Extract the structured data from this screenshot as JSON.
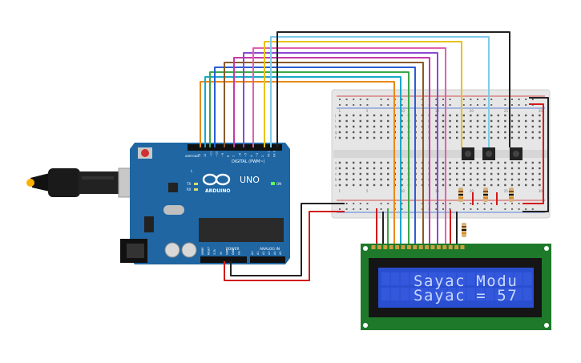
{
  "arduino": {
    "brand": "ARDUINO",
    "model": "UNO",
    "digital_label": "DIGITAL (PWM~)",
    "analog_label": "ANALOG IN",
    "power_label": "POWER",
    "on_label": "ON",
    "tx_label": "TX",
    "rx_label": "RX",
    "l_label": "L",
    "aref_label": "AREF",
    "gnd_label": "GND",
    "digital_pins": [
      "13",
      "12",
      "~11",
      "~10",
      "~9",
      "8",
      "7",
      "~6",
      "~5",
      "4",
      "~3",
      "2",
      "TX 1",
      "RX 0"
    ],
    "power_pins": [
      "IOREF",
      "RESET",
      "3.3V",
      "5V",
      "GND",
      "GND",
      "Vin"
    ],
    "analog_pins": [
      "A0",
      "A1",
      "A2",
      "A3",
      "A4",
      "A5"
    ]
  },
  "lcd": {
    "line1": "Sayac Modu",
    "line2": "Sayac = 57",
    "backlight_color": "#2a4ed0",
    "text_color": "#c9d8ff",
    "pcb_color": "#1e7a2a"
  },
  "breadboard": {
    "column_numbers": [
      "1",
      "5",
      "10",
      "15",
      "20",
      "25",
      "30"
    ],
    "row_letters_top": [
      "j",
      "i",
      "h",
      "g",
      "f"
    ],
    "row_letters_bottom": [
      "e",
      "d",
      "c",
      "b",
      "a"
    ]
  },
  "colors": {
    "arduino_board": "#1f66a3",
    "breadboard": "#e6e6e6",
    "wire_orange": "#e88a1a",
    "wire_teal": "#1aa9c8",
    "wire_green": "#3aa84a",
    "wire_blue": "#2a5fd1",
    "wire_brown": "#8a5a2b",
    "wire_magenta": "#c43aa8",
    "wire_purple": "#8a4ad1",
    "wire_pink": "#e060b0",
    "wire_yellow": "#e8c21a",
    "wire_red": "#d21a1a",
    "wire_black": "#222222",
    "wire_light_blue": "#7ecbe8"
  }
}
